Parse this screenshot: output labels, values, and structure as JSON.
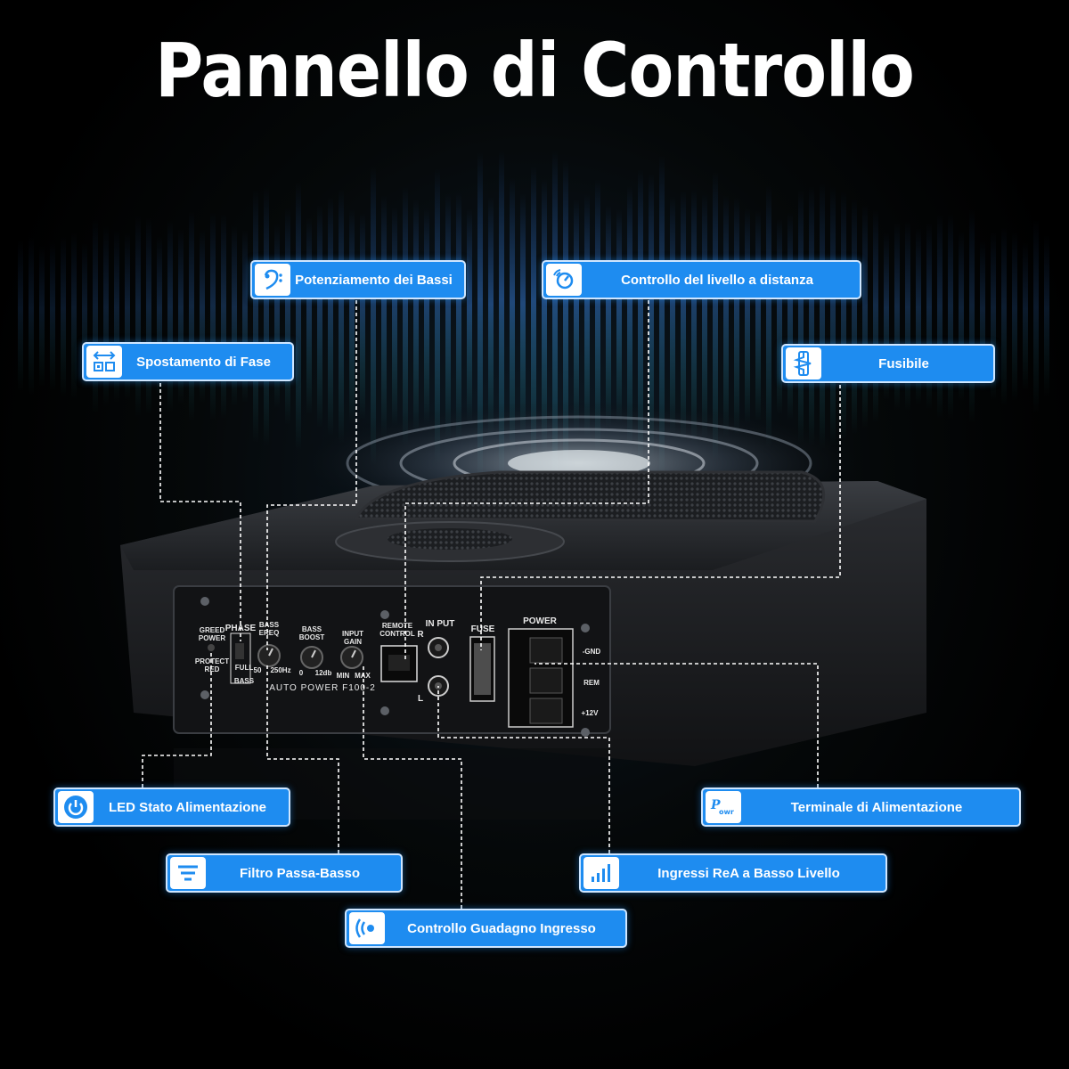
{
  "title": "Pannello di Controllo",
  "callouts": {
    "bass_boost": "Potenziamento dei Bassi",
    "remote_level": "Controllo del livello a distanza",
    "phase_shift": "Spostamento di Fase",
    "fuse": "Fusibile",
    "power_led": "LED Stato Alimentazione",
    "power_terminal": "Terminale di Alimentazione",
    "low_pass": "Filtro Passa-Basso",
    "rca_inputs": "Ingressi ReA a Basso Livello",
    "input_gain": "Controllo Guadagno Ingresso"
  },
  "panel": {
    "greed_power": "GREED POWER",
    "protect_red": "PROTECT RED",
    "phase": "PHASE",
    "full": "FULL",
    "bass": "BASS",
    "bass_freq": "BASS EREQ",
    "freq_min": "50",
    "freq_max": "250Hz",
    "bass_boost": "BASS BOOST",
    "boost_min": "0",
    "boost_max": "12db",
    "input_gain": "INPUT GAIN",
    "gain_min": "MIN",
    "gain_max": "MAX",
    "remote_control": "REMOTE CONTROL",
    "input": "IN PUT",
    "r": "R",
    "l": "L",
    "fuse": "FUSE",
    "power": "POWER",
    "gnd": "-GND",
    "rem": "REM",
    "v12": "+12V",
    "model": "AUTO POWER F100-2"
  },
  "icon_names": {
    "bass_boost": "bass-clef-icon",
    "remote_level": "remote-knob-icon",
    "phase_shift": "phase-swap-icon",
    "fuse": "fuse-icon",
    "power_led": "power-icon",
    "power_terminal": "power-terminal-icon",
    "low_pass": "filter-icon",
    "rca_inputs": "signal-bars-icon",
    "input_gain": "gain-wave-icon"
  },
  "colors": {
    "callout_bg": "#1e8cf0",
    "callout_border": "#cfe6ff",
    "background": "#000000",
    "text": "#ffffff"
  }
}
